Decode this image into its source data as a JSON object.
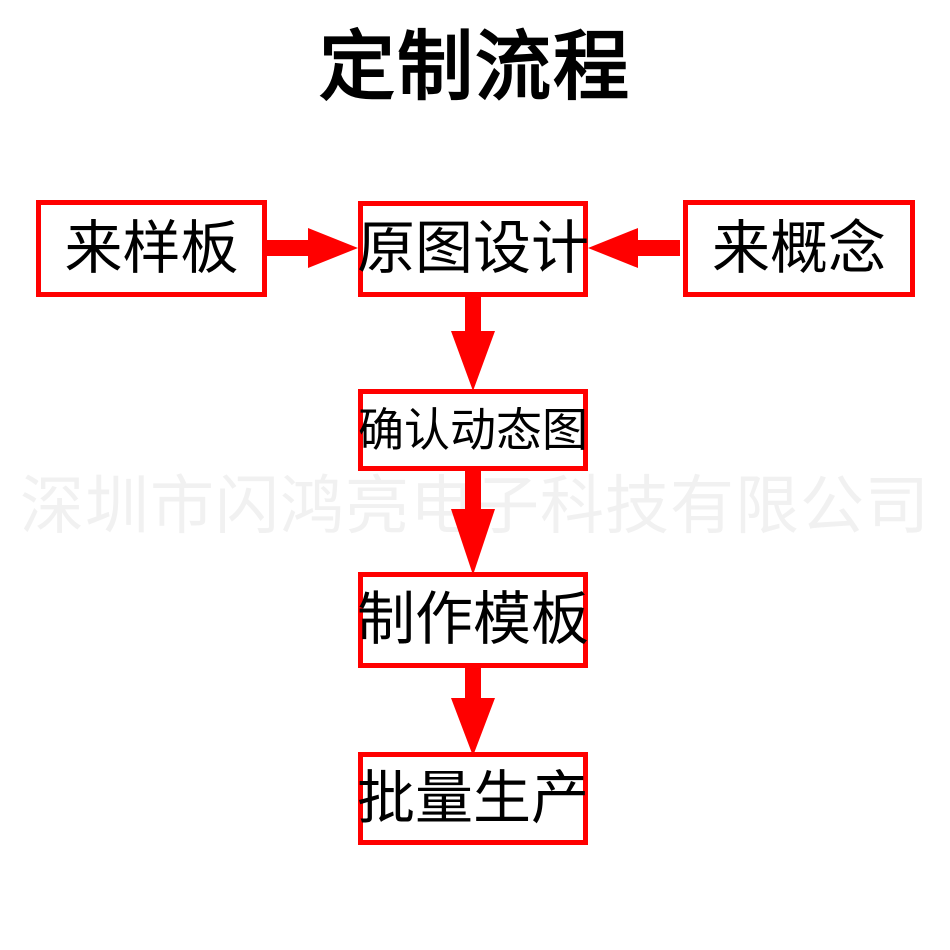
{
  "page": {
    "title": "定制流程",
    "watermark": "深圳市闪鸿亮电子科技有限公司",
    "background_color": "#ffffff",
    "accent_color": "#ff0000",
    "text_color": "#000000",
    "watermark_color": "#f1f1f1"
  },
  "chart_data": {
    "type": "diagram",
    "title": "定制流程",
    "nodes": [
      {
        "id": "sample",
        "label": "来样板"
      },
      {
        "id": "concept",
        "label": "来概念"
      },
      {
        "id": "design",
        "label": "原图设计"
      },
      {
        "id": "confirm",
        "label": "确认动态图"
      },
      {
        "id": "template",
        "label": "制作模板"
      },
      {
        "id": "production",
        "label": "批量生产"
      }
    ],
    "edges": [
      {
        "from": "sample",
        "to": "design",
        "direction": "right"
      },
      {
        "from": "concept",
        "to": "design",
        "direction": "left"
      },
      {
        "from": "design",
        "to": "confirm",
        "direction": "down"
      },
      {
        "from": "confirm",
        "to": "template",
        "direction": "down"
      },
      {
        "from": "template",
        "to": "production",
        "direction": "down"
      }
    ]
  }
}
